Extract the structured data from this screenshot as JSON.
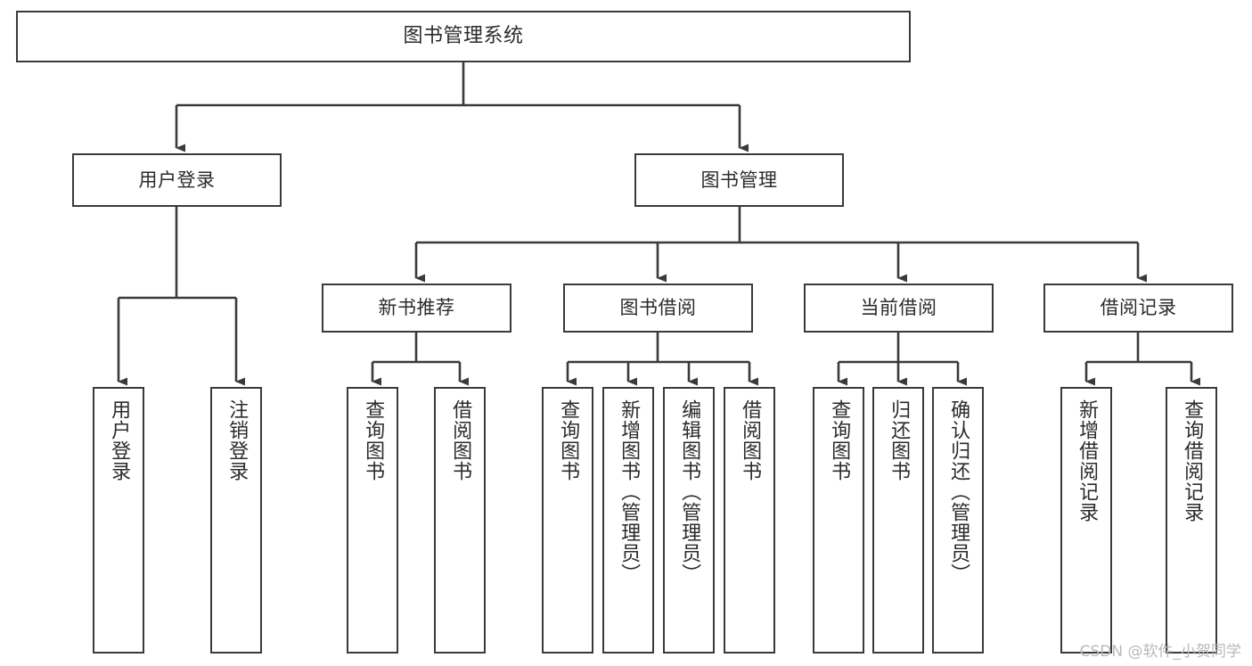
{
  "diagram": {
    "title": "图书管理系统",
    "type": "tree",
    "watermark": "CSDN @软件_小贺同学",
    "colors": {
      "background": "#ffffff",
      "node_border": "#3a3a3a",
      "node_fill": "#ffffff",
      "edge": "#3a3a3a",
      "text": "#2b2b2b",
      "watermark": "#b9b9b9"
    },
    "nodes": {
      "root": {
        "label": "图书管理系统"
      },
      "level1": [
        {
          "label": "用户登录"
        },
        {
          "label": "图书管理"
        }
      ],
      "level2": [
        {
          "label": "新书推荐"
        },
        {
          "label": "图书借阅"
        },
        {
          "label": "当前借阅"
        },
        {
          "label": "借阅记录"
        }
      ],
      "leaves": [
        {
          "label": "用户登录",
          "parent": "用户登录"
        },
        {
          "label": "注销登录",
          "parent": "用户登录"
        },
        {
          "label": "查询图书",
          "parent": "新书推荐"
        },
        {
          "label": "借阅图书",
          "parent": "新书推荐"
        },
        {
          "label": "查询图书",
          "parent": "图书借阅"
        },
        {
          "label": "新增图书（管理员）",
          "parent": "图书借阅"
        },
        {
          "label": "编辑图书（管理员）",
          "parent": "图书借阅"
        },
        {
          "label": "借阅图书",
          "parent": "图书借阅"
        },
        {
          "label": "查询图书",
          "parent": "当前借阅"
        },
        {
          "label": "归还图书",
          "parent": "当前借阅"
        },
        {
          "label": "确认归还（管理员）",
          "parent": "当前借阅"
        },
        {
          "label": "新增借阅记录",
          "parent": "借阅记录"
        },
        {
          "label": "查询借阅记录",
          "parent": "借阅记录"
        }
      ]
    }
  }
}
